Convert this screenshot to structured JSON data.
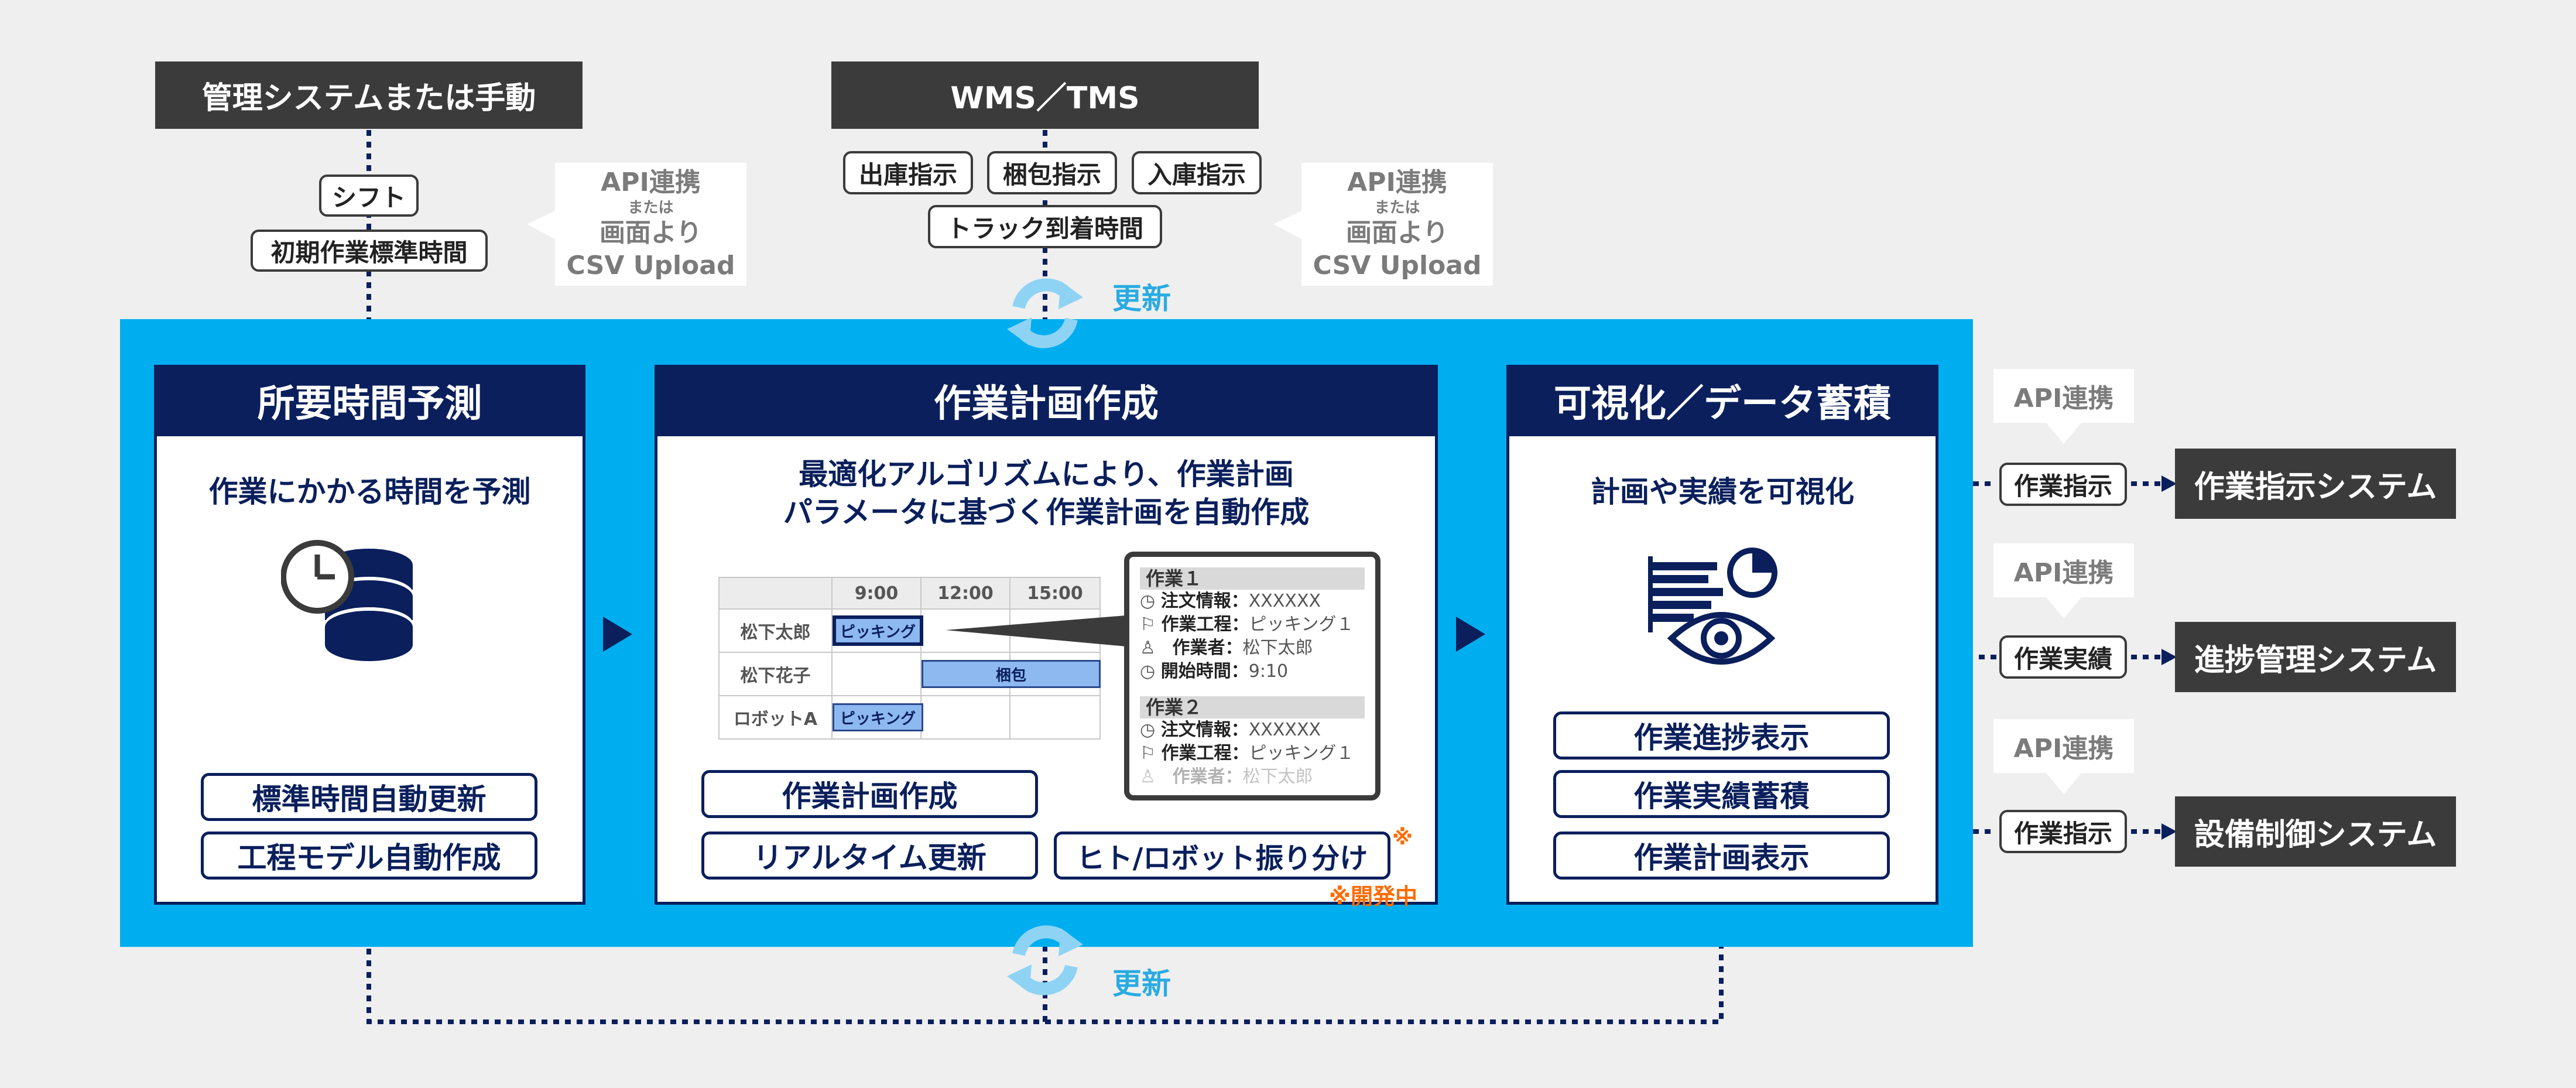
{
  "sources": {
    "mgmt": "管理システムまたは手動",
    "wms": "WMS／TMS"
  },
  "inputs": {
    "shift": "シフト",
    "initial_time": "初期作業標準時間",
    "outbound": "出庫指示",
    "packing": "梱包指示",
    "inbound": "入庫指示",
    "truck": "トラック到着時間"
  },
  "callouts": {
    "left": {
      "line1": "API連携",
      "line2": "または",
      "line3": "画面より",
      "line4": "CSV Upload"
    },
    "right": {
      "line1": "API連携",
      "line2": "または",
      "line3": "画面より",
      "line4": "CSV Upload"
    }
  },
  "update_label_top": "更新",
  "update_label_bottom": "更新",
  "panels": {
    "prediction": {
      "title": "所要時間予測",
      "subtitle": "作業にかかる時間を予測",
      "buttons": [
        "標準時間自動更新",
        "工程モデル自動作成"
      ]
    },
    "planning": {
      "title": "作業計画作成",
      "subtitle_line1": "最適化アルゴリズムにより、作業計画",
      "subtitle_line2": "パラメータに基づく作業計画を自動作成",
      "buttons": [
        "作業計画作成",
        "リアルタイム更新",
        "ヒト/ロボット振り分け"
      ],
      "asterisk": "※",
      "dev_note": "※開発中"
    },
    "visualize": {
      "title": "可視化／データ蓄積",
      "subtitle": "計画や実績を可視化",
      "buttons": [
        "作業進捗表示",
        "作業実績蓄積",
        "作業計画表示"
      ]
    }
  },
  "gantt": {
    "times": [
      "9:00",
      "12:00",
      "15:00"
    ],
    "rows": [
      "松下太郎",
      "松下花子",
      "ロボットA"
    ],
    "bars": {
      "row1": "ピッキング",
      "row2": "梱包",
      "row3": "ピッキング"
    }
  },
  "tooltip": {
    "job1": {
      "title": "作業１",
      "order_label": "注文情報：",
      "order_value": "XXXXXX",
      "process_label": "作業工程：",
      "process_value": "ピッキング１",
      "worker_label": "作業者：",
      "worker_value": "松下太郎",
      "start_label": "開始時間：",
      "start_value": "9:10"
    },
    "job2": {
      "title": "作業２",
      "order_label": "注文情報：",
      "order_value": "XXXXXX",
      "process_label": "作業工程：",
      "process_value": "ピッキング１",
      "worker_label": "作業者：",
      "worker_value": "松下太郎"
    }
  },
  "external": {
    "api_label_1": "API連携",
    "api_label_2": "API連携",
    "api_label_3": "API連携",
    "link1": "作業指示",
    "link2": "作業実績",
    "link3": "作業指示",
    "sys1": "作業指示システム",
    "sys2": "進捗管理システム",
    "sys3": "設備制御システム"
  },
  "colors": {
    "navy": "#0a1f5c",
    "blue_band": "#00aeef",
    "dark": "#3b3b3b",
    "update_blue": "#29abe2",
    "dev_orange": "#ff6a00"
  }
}
